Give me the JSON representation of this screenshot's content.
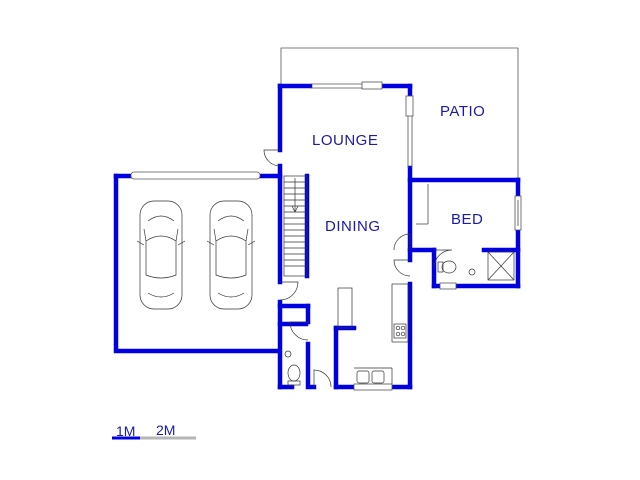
{
  "rooms": {
    "lounge": "LOUNGE",
    "patio": "PATIO",
    "dining": "DINING",
    "bed": "BED"
  },
  "scale": {
    "one": "1M",
    "two": "2M"
  },
  "colors": {
    "wall": "#0000e0",
    "label": "#1a1aa8",
    "outline": "#555555"
  }
}
